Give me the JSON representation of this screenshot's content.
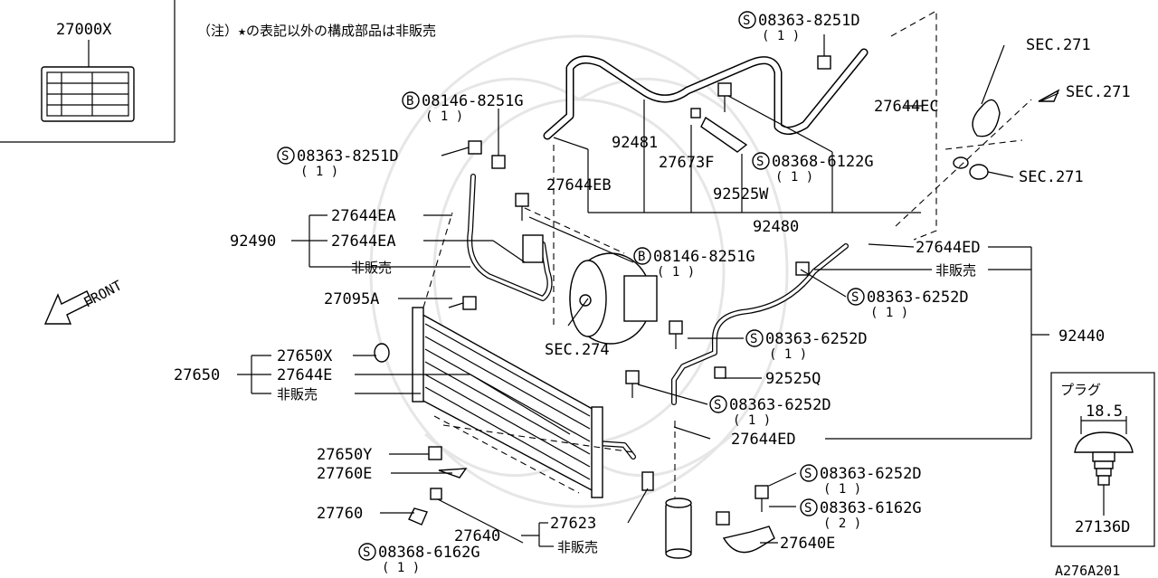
{
  "note": "（注）★の表記以外の構成部品は非販売",
  "front_label": "FRONT",
  "diagram_id": "A276A201",
  "parts": {
    "label_27000x": "27000X",
    "p_08363_8251D_top": {
      "code": "08363-8251D",
      "qty": "( 1 )"
    },
    "p_08146_8251G_top": {
      "code": "08146-8251G",
      "qty": "( 1 )"
    },
    "p_08363_8251D_left": {
      "code": "08363-8251D",
      "qty": "( 1 )"
    },
    "p_92481": "92481",
    "p_27673F": "27673F",
    "p_08368_6122G": {
      "code": "08368-6122G",
      "qty": "( 1 )"
    },
    "p_27644EB": "27644EB",
    "p_92525W": "92525W",
    "p_92480": "92480",
    "p_27644EC": "27644EC",
    "p_sec271_a": "SEC.271",
    "p_sec271_b": "SEC.271",
    "p_sec271_c": "SEC.271",
    "p_27644EA_1": "27644EA",
    "p_27644EA_2": "27644EA",
    "p_92490": "92490",
    "p_hihanbai_1": "非販売",
    "p_08146_8251G_mid": {
      "code": "08146-8251G",
      "qty": "( 1 )"
    },
    "p_27644ED_top": "27644ED",
    "p_hihanbai_2": "非販売",
    "p_08363_6252D_a": {
      "code": "08363-6252D",
      "qty": "( 1 )"
    },
    "p_27095A": "27095A",
    "p_sec274": "SEC.274",
    "p_08363_6252D_b": {
      "code": "08363-6252D",
      "qty": "( 1 )"
    },
    "p_92440": "92440",
    "p_27650X": "27650X",
    "p_27650": "27650",
    "p_27644E": "27644E",
    "p_hihanbai_3": "非販売",
    "p_92525Q": "92525Q",
    "p_08363_6252D_c": {
      "code": "08363-6252D",
      "qty": "( 1 )"
    },
    "p_27644ED_bot": "27644ED",
    "p_27650Y": "27650Y",
    "p_27760E": "27760E",
    "p_08363_6252D_d": {
      "code": "08363-6252D",
      "qty": "( 1 )"
    },
    "p_08363_6162G_right": {
      "code": "08363-6162G",
      "qty": "( 2 )"
    },
    "p_27760": "27760",
    "p_27640": "27640",
    "p_27623": "27623",
    "p_hihanbai_4": "非販売",
    "p_27640E": "27640E",
    "p_08368_6162G": {
      "code": "08368-6162G",
      "qty": "( 1 )"
    }
  },
  "inset": {
    "title": "プラグ",
    "dimension": "18.5",
    "part": "27136D"
  },
  "circle_letters": {
    "s": "S",
    "b": "B"
  }
}
